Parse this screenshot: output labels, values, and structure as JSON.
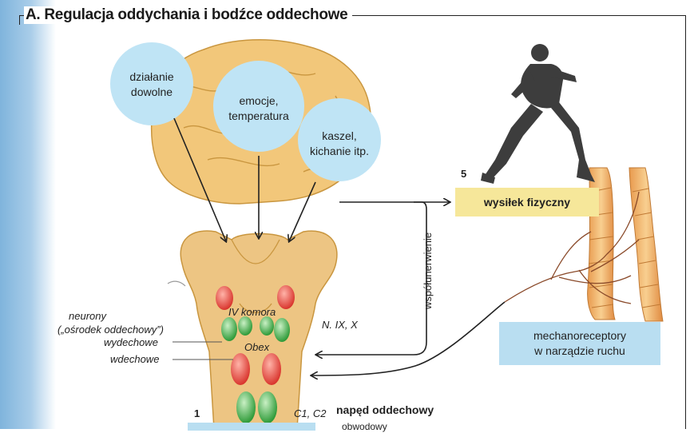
{
  "figure": {
    "title": "A. Regulacja oddychania i bodźce oddechowe",
    "circles": {
      "voluntary": [
        "działanie",
        "dowolne"
      ],
      "emotions": [
        "emocje,",
        "temperatura"
      ],
      "cough": [
        "kaszel,",
        "kichanie itp."
      ]
    },
    "number_5": "5",
    "number_1": "1",
    "exercise_box": "wysiłek fizyczny",
    "coinnervation": "współunerwienie",
    "mechanoreceptors": [
      "mechanoreceptory",
      "w narządzie ruchu"
    ],
    "neurons_label": [
      "neurony",
      "(„ośrodek oddechowy”)"
    ],
    "expiratory": "wydechowe",
    "inspiratory": "wdechowe",
    "fourth_ventricle": "IV komora",
    "obex": "Obex",
    "cranial_nerves": "N. IX, X",
    "c1c2": "C1, C2",
    "respiratory_drive": "napęd oddechowy",
    "peripheral_cut": "obwodowy"
  },
  "colors": {
    "circle_fill": "#bfe4f5",
    "brain": "#f2c77a",
    "brainstem": "#edc583",
    "neuron_red": "#e8463f",
    "neuron_green": "#4fb552",
    "muscle": "#f3b46a",
    "nerve": "#8a4a2a"
  }
}
